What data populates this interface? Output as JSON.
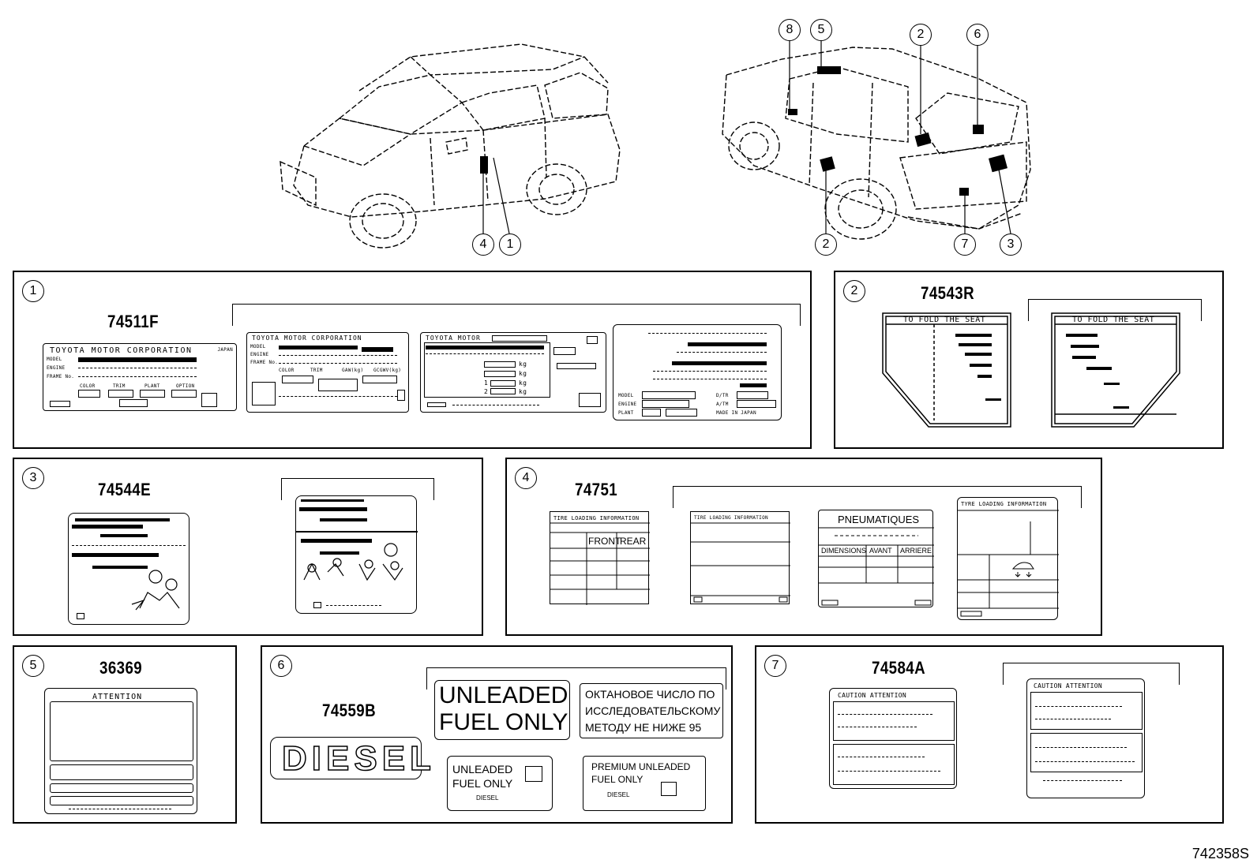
{
  "callouts": [
    "1",
    "2",
    "3",
    "4",
    "5",
    "6",
    "7",
    "8"
  ],
  "vehicle_callouts": {
    "front_view": [
      "4",
      "1"
    ],
    "rear_view_top": [
      "8",
      "5",
      "2",
      "6"
    ],
    "rear_view_bottom": [
      "2",
      "7",
      "3"
    ]
  },
  "panels": {
    "p1": {
      "num": "1",
      "part": "74511F",
      "label_a": {
        "title": "TOYOTA MOTOR CORPORATION",
        "country": "JAPAN",
        "rows": [
          "MODEL",
          "ENGINE",
          "FRAME No."
        ],
        "cols": [
          "COLOR",
          "TRIM",
          "PLANT",
          "OPTION"
        ]
      },
      "label_b": {
        "title": "TOYOTA MOTOR CORPORATION",
        "rows": [
          "MODEL",
          "ENGINE",
          "FRAME No."
        ],
        "cols": [
          "COLOR",
          "TRIM",
          "GAW(kg)",
          "GCGWV(kg)"
        ]
      },
      "label_c": {
        "title": "TOYOTA MOTOR",
        "units": [
          "kg",
          "kg",
          "kg",
          "kg"
        ],
        "axles": [
          "1",
          "2"
        ]
      },
      "label_d": {
        "rows_left": [
          "MODEL",
          "ENGINE",
          "PLANT"
        ],
        "rows_right": [
          "D/TR",
          "A/TM",
          "MADE IN JAPAN"
        ]
      }
    },
    "p2": {
      "num": "2",
      "part": "74543R",
      "label_title": "TO FOLD THE SEAT"
    },
    "p3": {
      "num": "3",
      "part": "74544E"
    },
    "p4": {
      "num": "4",
      "part": "74751",
      "label_a": {
        "title": "TIRE LOADING INFORMATION",
        "col_front": "FRONT",
        "col_rear": "REAR"
      },
      "label_b": {
        "title": "TIRE LOADING INFORMATION"
      },
      "label_c": {
        "title": "PNEUMATIQUES",
        "cols": [
          "DIMENSIONS",
          "AVANT",
          "ARRIERE"
        ]
      },
      "label_d": {
        "title": "TYRE LOADING INFORMATION"
      }
    },
    "p5": {
      "num": "5",
      "part": "36369",
      "label_title": "ATTENTION"
    },
    "p6": {
      "num": "6",
      "part": "74559B",
      "diesel": "DIESEL",
      "unleaded_big": [
        "UNLEADED",
        "FUEL ONLY"
      ],
      "russian": [
        "ОКТАНОВОЕ ЧИСЛО ПО",
        "ИССЛЕДОВАТЕЛЬСКОМУ",
        "МЕТОДУ НЕ НИЖЕ 95"
      ],
      "unleaded_small": [
        "UNLEADED",
        "FUEL ONLY"
      ],
      "premium": [
        "PREMIUM UNLEADED",
        "FUEL ONLY"
      ],
      "diesel_small": "DIESEL"
    },
    "p7": {
      "num": "7",
      "part": "74584A",
      "label_title": "CAUTION ATTENTION"
    }
  },
  "diagram_id": "742358S"
}
